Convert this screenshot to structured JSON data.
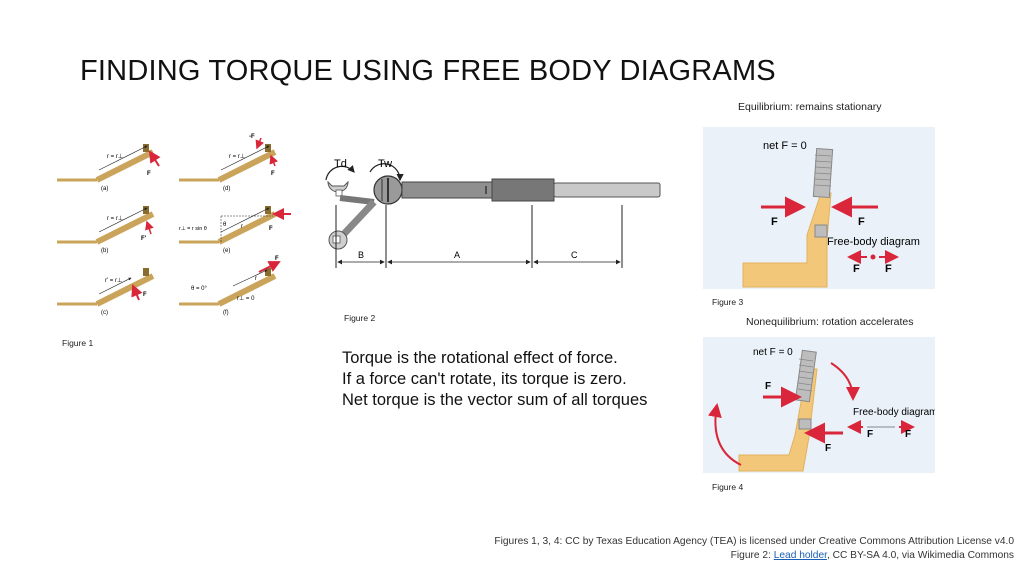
{
  "slide": {
    "title": "FINDING TORQUE USING FREE BODY DIAGRAMS",
    "bullets": [
      "Torque is the rotational effect of force.",
      "If a force can't rotate, its torque is zero.",
      "Net torque is the vector sum of all torques"
    ]
  },
  "figure1": {
    "caption": "Figure 1",
    "panels": [
      {
        "label": "(a)",
        "r": "r = r⊥",
        "force": "F"
      },
      {
        "label": "(b)",
        "r": "r = r⊥",
        "force": "F'"
      },
      {
        "label": "(c)",
        "r": "r' = r⊥",
        "force": "F"
      },
      {
        "label": "(d)",
        "r": "r = r⊥",
        "force": "F",
        "extra": "-F"
      },
      {
        "label": "(e)",
        "r": "r",
        "force": "F",
        "extra": "r⊥ = r sin θ",
        "angle": "θ"
      },
      {
        "label": "(f)",
        "r": "r",
        "force": "F",
        "extra": "θ = 0°",
        "extra2": "r⊥ = 0"
      }
    ]
  },
  "figure2": {
    "caption": "Figure 2",
    "labels": {
      "td": "Td",
      "tw": "Tw",
      "b": "B",
      "a": "A",
      "c": "C"
    }
  },
  "figure3": {
    "heading": "Equilibrium: remains stationary",
    "caption": "Figure 3",
    "net": "net F = 0",
    "force_left": "F",
    "force_right": "F",
    "fbd_title": "Free-body diagram",
    "fbd_left": "F",
    "fbd_right": "F"
  },
  "figure4": {
    "heading": "Nonequilibrium: rotation accelerates",
    "caption": "Figure 4",
    "net": "net F = 0",
    "force_top": "F",
    "force_bottom": "F",
    "fbd_title": "Free-body diagram",
    "fbd_left": "F",
    "fbd_right": "F"
  },
  "credits": {
    "line1": "Figures 1, 3, 4: CC by Texas Education Agency (TEA) is licensed under Creative Commons Attribution License v4.0",
    "line2_prefix": "Figure 2: ",
    "line2_link": "Lead holder",
    "line2_suffix": ", CC BY-SA 4.0, via Wikimedia Commons"
  },
  "colors": {
    "wood": "#c9a45a",
    "force_arrow": "#d9263a",
    "panel_bg": "#eaf1f8",
    "stick": "#f3c77a",
    "tool_metal": "#9a9a9a"
  }
}
